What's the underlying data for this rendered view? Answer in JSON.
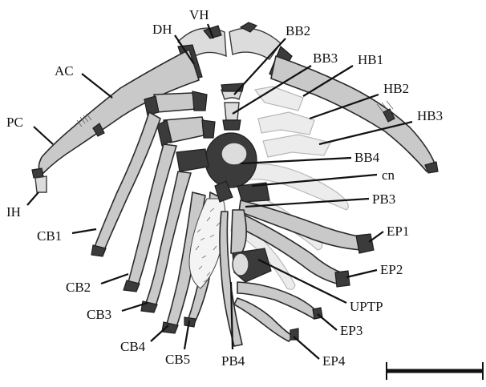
{
  "labels": {
    "VH": "VH",
    "DH": "DH",
    "AC": "AC",
    "PC": "PC",
    "IH": "IH",
    "BB2": "BB2",
    "BB3": "BB3",
    "HB1": "HB1",
    "HB2": "HB2",
    "HB3": "HB3",
    "BB4": "BB4",
    "cn": "cn",
    "PB3": "PB3",
    "EP1": "EP1",
    "EP2": "EP2",
    "UPTP": "UPTP",
    "EP3": "EP3",
    "EP4": "EP4",
    "PB4": "PB4",
    "CB1": "CB1",
    "CB2": "CB2",
    "CB3": "CB3",
    "CB4": "CB4",
    "CB5": "CB5"
  },
  "colors": {
    "bone": "#c9c9c9",
    "cartilage": "#3b3b3b",
    "ghost": "#ececec",
    "ink": "#111111"
  }
}
